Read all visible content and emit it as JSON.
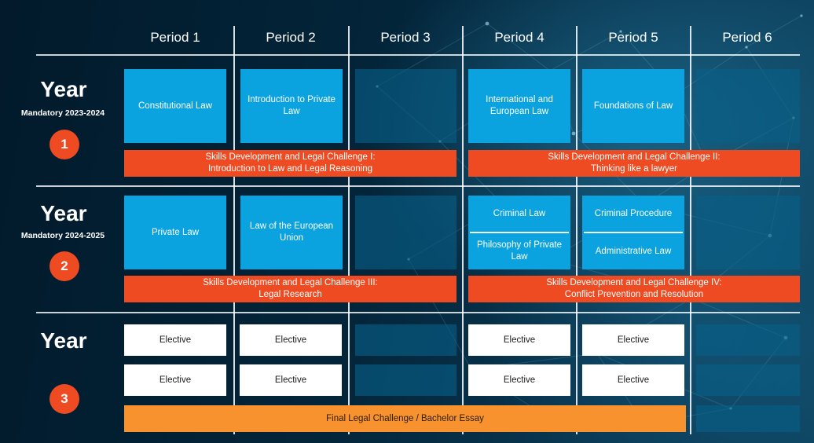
{
  "periods": [
    "Period 1",
    "Period 2",
    "Period 3",
    "Period 4",
    "Period 5",
    "Period 6"
  ],
  "years": [
    {
      "label": "Year",
      "subtitle": "Mandatory 2023-2024",
      "number": "1"
    },
    {
      "label": "Year",
      "subtitle": "Mandatory 2024-2025",
      "number": "2"
    },
    {
      "label": "Year",
      "subtitle": "",
      "number": "3"
    }
  ],
  "year1": {
    "courses": [
      "Constitutional Law",
      "Introduction to Private Law",
      "International and European Law",
      "Foundations of Law"
    ],
    "skills_1": [
      "Skills Development and Legal Challenge I:",
      "Introduction to Law and Legal Reasoning"
    ],
    "skills_2": [
      "Skills Development and Legal Challenge II:",
      "Thinking like a lawyer"
    ]
  },
  "year2": {
    "courses": [
      "Private Law",
      "Law of the European Union"
    ],
    "period4_split": [
      "Criminal Law",
      "Philosophy of Private Law"
    ],
    "period5_split": [
      "Criminal Procedure",
      "Administrative Law"
    ],
    "skills_3": [
      "Skills Development and Legal Challenge III:",
      "Legal Research"
    ],
    "skills_4": [
      "Skills Development and Legal Challenge IV:",
      "Conflict Prevention and Resolution"
    ]
  },
  "year3": {
    "elective_label": "Elective",
    "final": "Final Legal Challenge / Bachelor Essay"
  },
  "colors": {
    "course_blue": "#0aa3df",
    "skills_red": "#ee4b22",
    "final_orange": "#f7922f",
    "empty_cell": "#085f87",
    "elective_white": "#ffffff"
  }
}
